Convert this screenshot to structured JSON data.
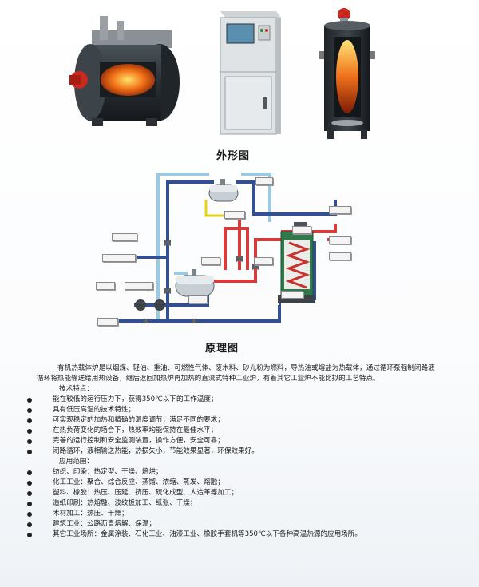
{
  "captions": {
    "appearance": "外形图",
    "principle": "原理图"
  },
  "intro": "有机热载体炉是以烟煤、轻油、重油、可燃性气体、废木料、砂光粉为燃料，导热油或熔盐为热载体，通过循环泵强制闭路液循环将热能输送给用热设备，继后返回加热炉再加热的直流式特种工业炉，有着其它工业炉不能比拟的工艺特点。",
  "features": {
    "heading": "技术特点：",
    "items": [
      "能在较低的运行压力下，获得350℃以下的工作温度；",
      "具有低压高温的技术特性；",
      "可实现稳定的加热和精确的温度调节，满足不同的要求；",
      "在热负荷变化的场合下，热效率均能保持在最佳水平；",
      "完善的运行控制和安全监测装置，操作方便，安全可靠；",
      "闭路循环，液相输送热能，热损失小，节能效果显著，环保效果好。"
    ]
  },
  "applications": {
    "heading": "应用范围：",
    "items": [
      "纺织、印染：热定型、干燥、焙烘；",
      "化工工业：聚合、综合反应、蒸馏、浓缩、蒸发、熔融；",
      "塑料、橡胶：热压、压延、挤压、硫化成型、人造革等加工；",
      "造纸印刷：热熔融、波纹板加工、纸张、干燥；",
      "木材加工：热压、干燥；",
      "建筑工业：公路沥青熔解、保温；",
      "其它工业场所：金属涂装、石化工业、油漆工业、橡胶手套机等350℃以下各种高温热源的应用场所。"
    ]
  },
  "colors": {
    "supply_pipe": "#d93a3a",
    "return_pipe": "#334f94",
    "service_pipe": "#9ec9e2",
    "expansion_pipe": "#e6d21d",
    "coil": "#c93030",
    "furnace": "#2f7a4d"
  }
}
